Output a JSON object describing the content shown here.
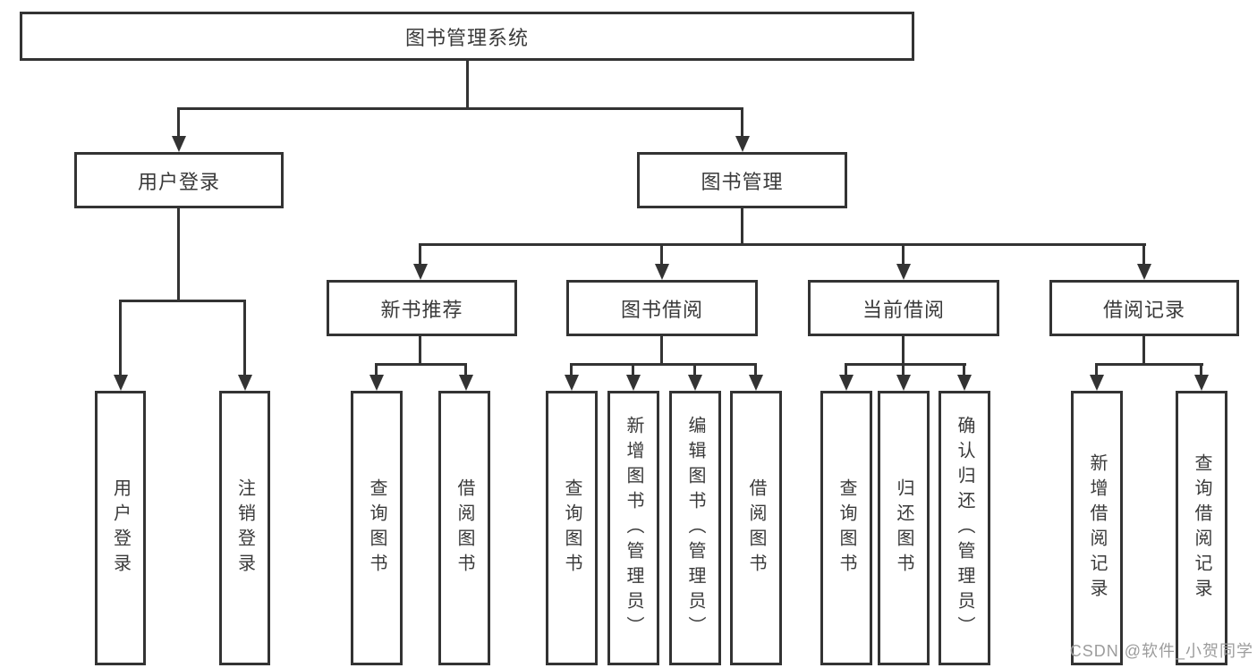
{
  "diagram": {
    "title": "图书管理系统",
    "hierarchy": {
      "图书管理系统": {
        "用户登录": [
          "用户登录",
          "注销登录"
        ],
        "图书管理": {
          "新书推荐": [
            "查询图书",
            "借阅图书"
          ],
          "图书借阅": [
            "查询图书",
            "新增图书（管理员）",
            "编辑图书（管理员）",
            "借阅图书"
          ],
          "当前借阅": [
            "查询图书",
            "归还图书",
            "确认归还（管理员）"
          ],
          "借阅记录": [
            "新增借阅记录",
            "查询借阅记录"
          ]
        }
      }
    }
  },
  "nodes": {
    "root": "图书管理系统",
    "user_login": "用户登录",
    "book_mgmt": "图书管理",
    "new_book_rec": "新书推荐",
    "book_borrow": "图书借阅",
    "current_borrow": "当前借阅",
    "borrow_record": "借阅记录",
    "ul_user_login": "用户登录",
    "ul_logout": "注销登录",
    "nbr_query_book": "查询图书",
    "nbr_borrow_book": "借阅图书",
    "bb_query_book": "查询图书",
    "bb_add_book": "新增图书（管理员）",
    "bb_edit_book": "编辑图书（管理员）",
    "bb_borrow_book": "借阅图书",
    "cb_query_book": "查询图书",
    "cb_return_book": "归还图书",
    "cb_confirm_return": "确认归还（管理员）",
    "br_add_record": "新增借阅记录",
    "br_query_record": "查询借阅记录"
  },
  "watermark": {
    "text": "CSDN @软件_小贺同学"
  },
  "colors": {
    "background": "#ffffff",
    "box_border": "#333333",
    "connector_line": "#333333",
    "text": "#3a3a3a",
    "watermark": "#9c9c9c"
  }
}
